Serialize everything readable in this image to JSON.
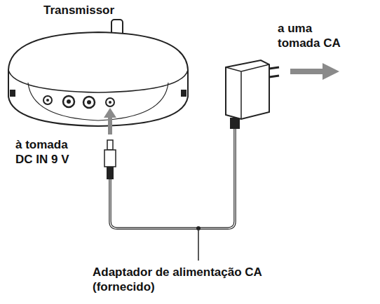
{
  "diagram": {
    "labels": [
      "Transmissor",
      "a uma tomada CA",
      "à tomada DC IN 9 V",
      "Adaptador de alimentação CA (fornecido)"
    ]
  }
}
